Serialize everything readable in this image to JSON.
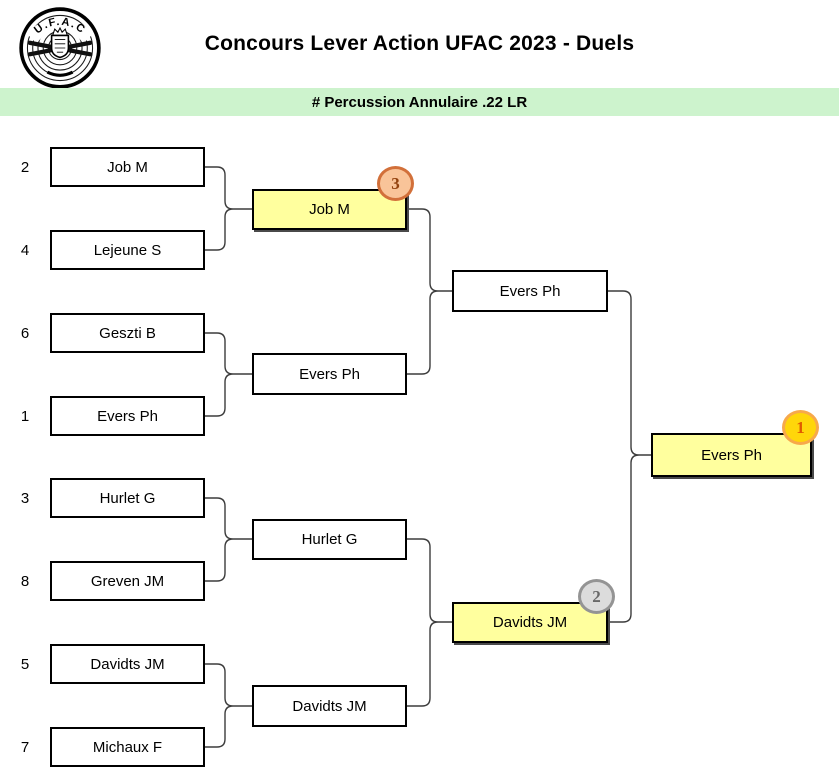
{
  "header": {
    "title": "Concours Lever Action UFAC 2023 - Duels",
    "logo_text": "U.F.A.C"
  },
  "category": "# Percussion Annulaire .22 LR",
  "bracket": {
    "round_of_8": [
      {
        "seed": "2",
        "name": "Job M"
      },
      {
        "seed": "4",
        "name": "Lejeune S"
      },
      {
        "seed": "6",
        "name": "Geszti B"
      },
      {
        "seed": "1",
        "name": "Evers Ph"
      },
      {
        "seed": "3",
        "name": "Hurlet G"
      },
      {
        "seed": "8",
        "name": "Greven JM"
      },
      {
        "seed": "5",
        "name": "Davidts JM"
      },
      {
        "seed": "7",
        "name": "Michaux F"
      }
    ],
    "semifinals": [
      {
        "name": "Job M",
        "highlighted": true,
        "badge": "3"
      },
      {
        "name": "Evers Ph",
        "highlighted": false
      },
      {
        "name": "Hurlet G",
        "highlighted": false
      },
      {
        "name": "Davidts JM",
        "highlighted": false
      }
    ],
    "finals": [
      {
        "name": "Evers Ph",
        "highlighted": false
      },
      {
        "name": "Davidts JM",
        "highlighted": true,
        "badge": "2"
      }
    ],
    "winner": {
      "name": "Evers Ph",
      "highlighted": true,
      "badge": "1"
    }
  },
  "colors": {
    "category_bar_bg": "#cdf3cd",
    "highlight_box_fill": "#ffff9e",
    "badge_first": {
      "fill": "#ffd60a",
      "border": "#f7a94b",
      "text": "#e05a00"
    },
    "badge_second": {
      "fill": "#dcdcdc",
      "border": "#949494",
      "text": "#696969"
    },
    "badge_third": {
      "fill": "#f9c499",
      "border": "#d2703a",
      "text": "#93420e"
    }
  }
}
